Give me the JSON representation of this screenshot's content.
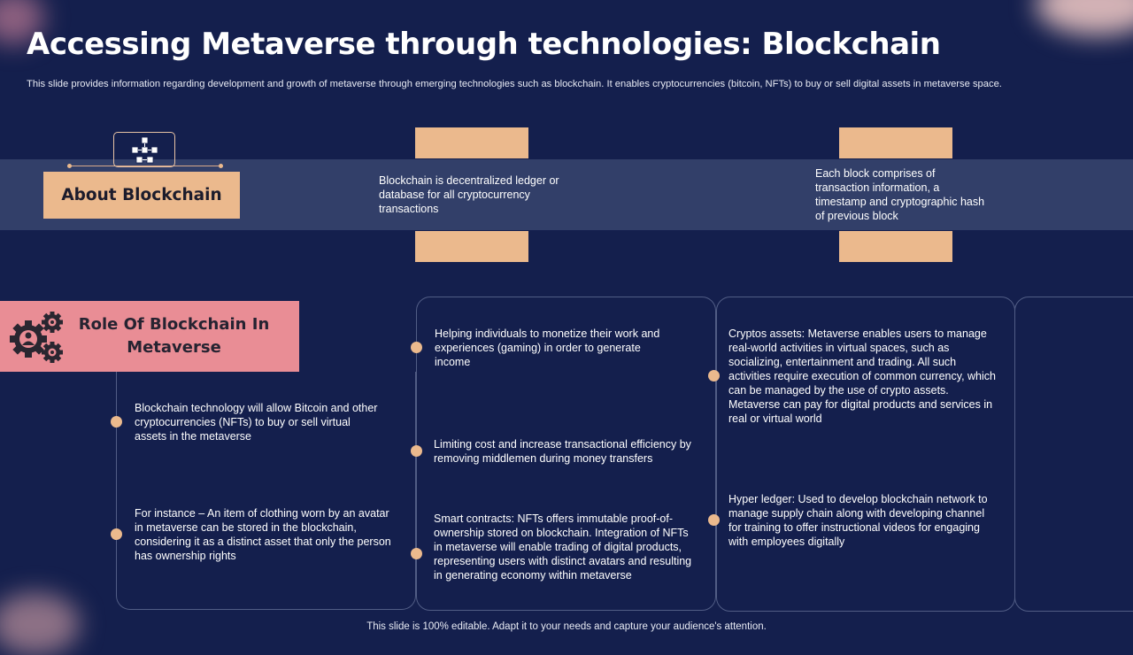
{
  "header": {
    "title": "Accessing Metaverse through technologies: Blockchain",
    "subtitle": "This slide provides information regarding development and growth of metaverse through emerging technologies such as blockchain. It enables cryptocurrencies (bitcoin, NFTs) to buy or sell digital assets in metaverse space."
  },
  "about": {
    "label": "About Blockchain",
    "icon": "blockchain-icon",
    "point1": "Blockchain is decentralized ledger or database for all cryptocurrency transactions",
    "point2": "Each block comprises of transaction information, a timestamp and cryptographic hash of previous block"
  },
  "role": {
    "label": "Role Of Blockchain In Metaverse",
    "icon": "gears-user-icon",
    "col1": [
      "Blockchain technology will allow Bitcoin and other cryptocurrencies (NFTs) to buy or sell virtual assets in the metaverse",
      "For instance – An item of clothing worn  by an avatar in metaverse  can be stored in the blockchain, considering it as a distinct asset that only the person has ownership rights"
    ],
    "col2": [
      "Helping individuals to monetize their work and experiences (gaming) in order to generate income",
      "Limiting cost and increase transactional efficiency by removing  middlemen during money transfers",
      "Smart contracts: NFTs offers immutable proof-of-ownership  stored on blockchain. Integration of NFTs in metaverse  will enable trading of digital products, representing  users with distinct avatars  and resulting in generating economy within metaverse"
    ],
    "col3": [
      "Cryptos assets:  Metaverse  enables users to manage real-world  activities in virtual  spaces, such as socializing, entertainment  and trading. All such activities require  execution of common currency, which can be managed  by the use of crypto assets. Metaverse  can pay for digital products and services in real or virtual world",
      "Hyper ledger:  Used to develop  blockchain network to manage supply chain along with developing channel for training to offer  instructional videos for engaging with employees digitally"
    ]
  },
  "footer": "This slide is 100% editable. Adapt it to your needs and capture your audience's attention.",
  "colors": {
    "background": "#141f4d",
    "band": "#323f69",
    "peach": "#ebb98d",
    "pink": "#e98d95"
  }
}
